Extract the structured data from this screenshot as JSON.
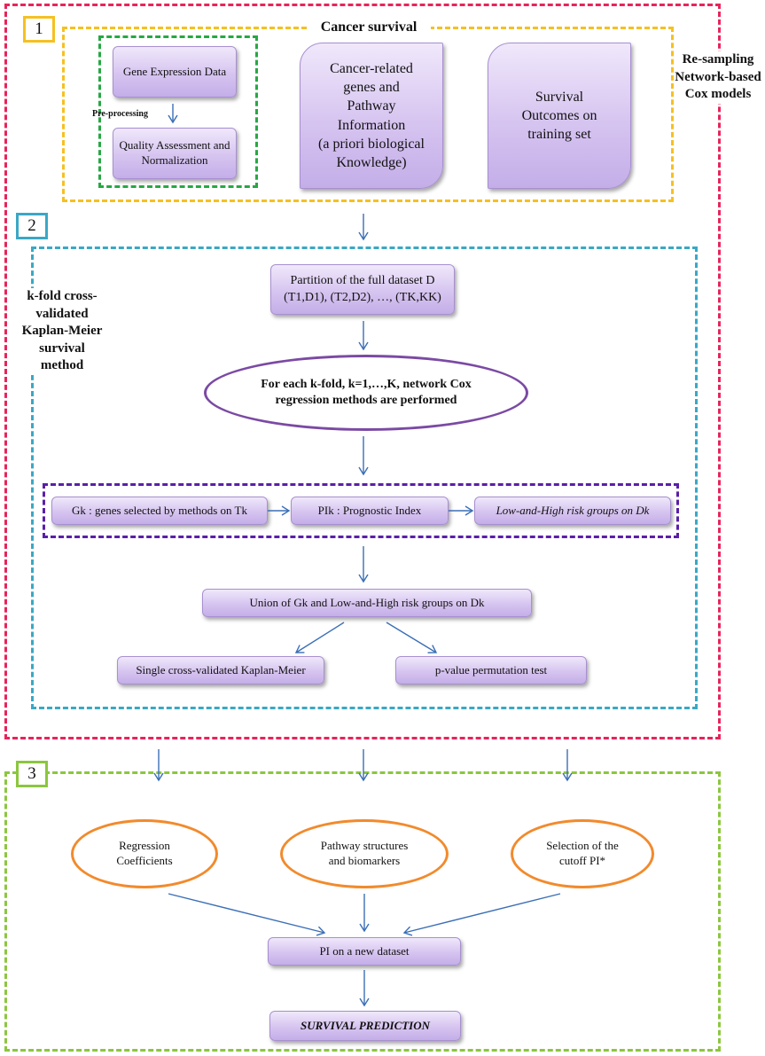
{
  "section_numbers": {
    "s1": "1",
    "s2": "2",
    "s3": "3"
  },
  "section1": {
    "title": "Cancer survival",
    "right_label": [
      "Re-sampling",
      "Network-based",
      "Cox models"
    ],
    "gene_expression": "Gene Expression Data",
    "preprocessing": "Pre-processing",
    "quality": "Quality Assessment and Normalization",
    "cancer_genes": [
      "Cancer-related",
      "genes and",
      "Pathway",
      "Information",
      "(a priori biological",
      "Knowledge)"
    ],
    "survival_outcomes": [
      "Survival",
      "Outcomes on",
      "training set"
    ]
  },
  "section2": {
    "left_label": [
      "k-fold cross-",
      "validated",
      "Kaplan-Meier",
      "survival method"
    ],
    "partition_line1": "Partition of the full dataset D",
    "partition_line2": "(T1,D1), (T2,D2), …, (TK,KK)",
    "ellipse_line1": "For each k-fold, k=1,…,K, network Cox",
    "ellipse_line2": "regression methods are performed",
    "gk_box": "Gk : genes selected by methods on Tk",
    "pi_box": "PIk : Prognostic Index",
    "risk_box": "Low-and-High risk groups on Dk",
    "union_box": "Union of Gk and Low-and-High risk groups on Dk",
    "km_box": "Single cross-validated Kaplan-Meier",
    "pvalue_box": "p-value permutation test"
  },
  "section3": {
    "ellipse1": [
      "Regression",
      "Coefficients"
    ],
    "ellipse2": [
      "Pathway structures",
      "and biomarkers"
    ],
    "ellipse3": [
      "Selection of the",
      "cutoff PI*"
    ],
    "new_dataset": "PI on a new dataset",
    "prediction": "SURVIVAL PREDICTION"
  },
  "colors": {
    "outer": "#e8245a",
    "section1": "#f5c022",
    "preprocess": "#27a844",
    "section2": "#3aa8c4",
    "kfold": "#5a1fa8",
    "section3": "#8cc63f",
    "arrow": "#3b6fb6",
    "box_fill": "#d6c4f0",
    "ellipse_purple": "#7b4aa4",
    "ellipse_orange": "#f28a2c"
  }
}
